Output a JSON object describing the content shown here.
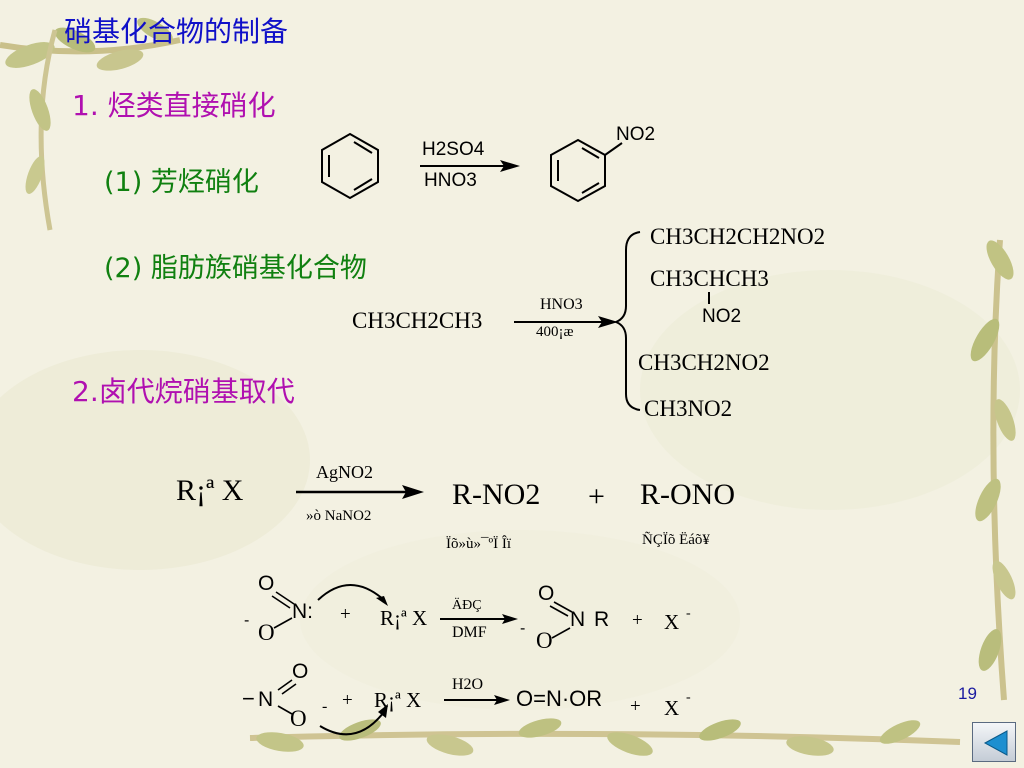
{
  "slide": {
    "title": "硝基化合物的制备",
    "section1": "1. 烃类直接硝化",
    "sub1": "(1) 芳烃硝化",
    "sub2": "(2) 脂肪族硝基化合物",
    "section2": "2.卤代烷硝基取代",
    "page_number": "19"
  },
  "reaction1": {
    "reagent_top": "H2SO4",
    "reagent_bottom": "HNO3",
    "product_group": "NO2"
  },
  "reaction2": {
    "reactant": "CH3CH2CH3",
    "reagent_top": "HNO3",
    "reagent_bottom": "400¡æ",
    "products": [
      "CH3CH2CH2NO2",
      "CH3CHCH3",
      "NO2",
      "CH3CH2NO2",
      "CH3NO2"
    ]
  },
  "reaction3": {
    "reactant": "R¡ª X",
    "reagent_top": "AgNO2",
    "reagent_bottom": "»ò NaNO2",
    "product1": "R-NO2",
    "plus": "+",
    "product2": "R-ONO",
    "label1": "Ïõ»ù»¯ºÏ Îï",
    "label2": "ÑÇÏõ Ëáõ¥"
  },
  "reaction4": {
    "left_O": "O",
    "left_N": "N:",
    "left_charge": "-",
    "left_O2": "O",
    "plus": "+",
    "rx": "R¡ª X",
    "cond_top": "ÄÐÇ",
    "cond_bottom": "DMF",
    "prod_O": "O",
    "prod_N": "N",
    "prod_R": "R",
    "prod_charge": "-",
    "prod_O2": "O",
    "plus2": "+",
    "x_ion": "X",
    "x_charge": "-"
  },
  "reaction5": {
    "minus": "−",
    "N": "N",
    "O_top": "O",
    "O_bottom": "O",
    "charge": "-",
    "plus": "+",
    "rx": "R¡ª X",
    "cond_top": "H2O",
    "product": "O=N·OR",
    "plus2": "+",
    "x_ion": "X",
    "x_charge": "-"
  }
}
